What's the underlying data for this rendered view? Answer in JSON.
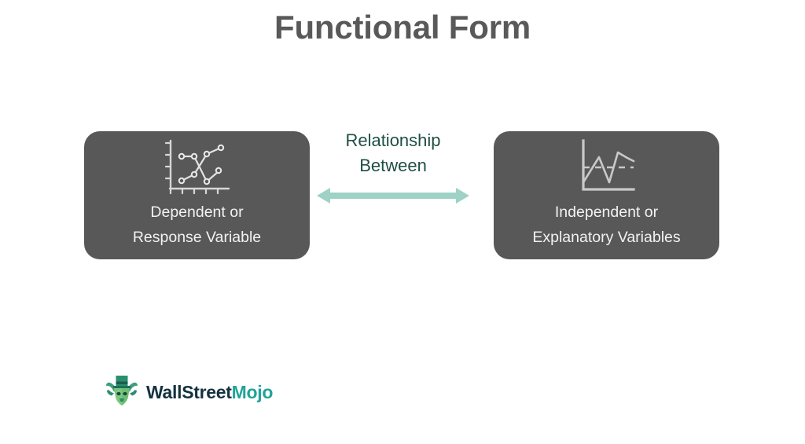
{
  "page": {
    "title": "Functional Form",
    "background_color": "#ffffff"
  },
  "diagram": {
    "box_fill_color": "#585858",
    "box_text_color": "#f2f2f2",
    "accent_teal": "#1f4f44",
    "arrow_color": "#9ed2c6",
    "left_box": {
      "icon_name": "crossing-lines-chart-icon",
      "label_line_1": "Dependent or",
      "label_line_2": "Response Variable"
    },
    "right_box": {
      "icon_name": "zigzag-trend-chart-icon",
      "label_line_1": "Independent or",
      "label_line_2": "Explanatory Variables"
    },
    "connector": {
      "label_line_1": "Relationship",
      "label_line_2": "Between",
      "arrow_name": "double-headed-arrow"
    }
  },
  "logo": {
    "mark_name": "wallstreetmojo-bull-logo-icon",
    "text_primary": "WallStreet",
    "text_accent": "Mojo",
    "primary_color": "#14313f",
    "accent_color": "#21a39a"
  }
}
